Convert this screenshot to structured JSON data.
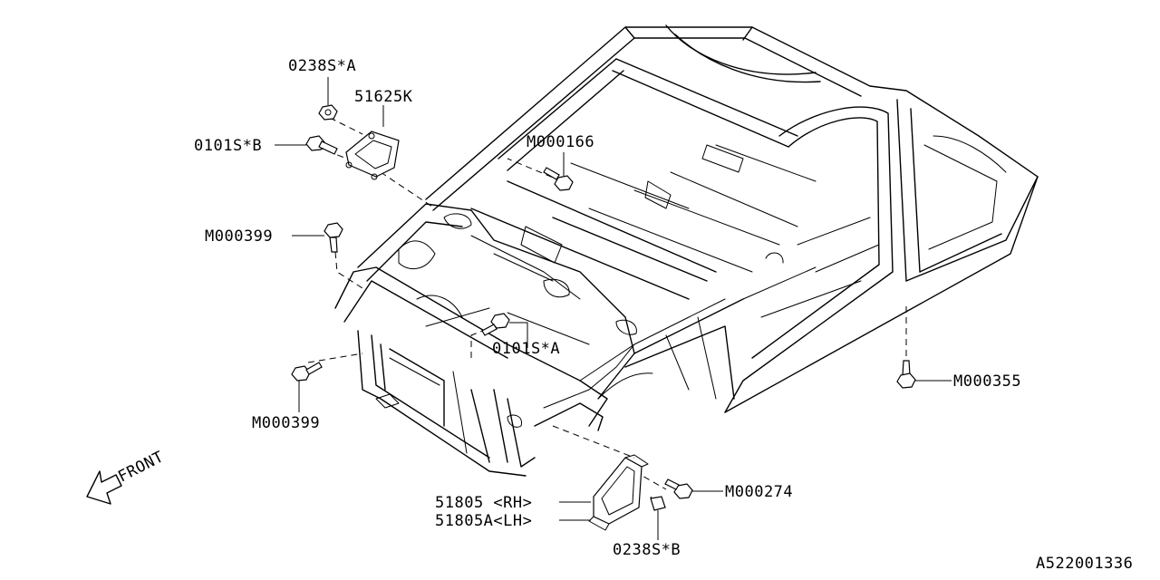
{
  "labels": {
    "p0238s_a": "0238S*A",
    "p51625k": "51625K",
    "p0101s_b": "0101S*B",
    "pm000166": "M000166",
    "pm000399_top": "M000399",
    "p0101s_a": "0101S*A",
    "pm000399_bot": "M000399",
    "pm000355": "M000355",
    "pm000274": "M000274",
    "p51805_rh": "51805 <RH>",
    "p51805a_lh": "51805A<LH>",
    "p0238s_b": "0238S*B",
    "front": "FRONT",
    "diagram_id": "A522001336"
  }
}
